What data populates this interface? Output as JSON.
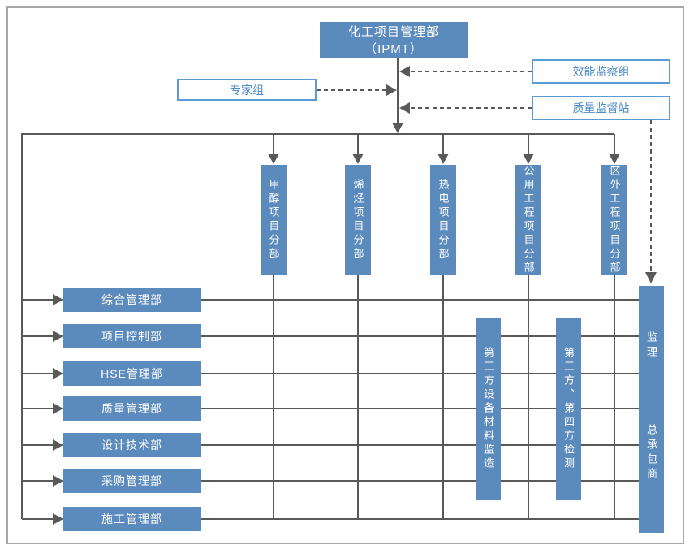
{
  "colors": {
    "box-fill": "#5b8abd",
    "box-outline-border": "#5b9bd5",
    "outline-text": "#4d8bc9",
    "line-color": "#595959",
    "frame-color": "#a8a8a8"
  },
  "nodes": {
    "ipmt": {
      "line1": "化工项目管理部",
      "line2": "（IPMT）"
    },
    "expert_group": "专家组",
    "advisory": [
      "效能监察组",
      "质量监督站"
    ],
    "divisions": [
      "甲醇项目分部",
      "烯烃项目分部",
      "热电项目分部",
      "公用工程项目分部",
      "区外工程项目分部"
    ],
    "departments": [
      "综合管理部",
      "项目控制部",
      "HSE管理部",
      "质量管理部",
      "设计技术部",
      "采购管理部",
      "施工管理部"
    ],
    "third_party": [
      "第三方设备材料监造",
      "第三方、第四方检测"
    ],
    "right_column": [
      "监理",
      "总承包商"
    ]
  }
}
